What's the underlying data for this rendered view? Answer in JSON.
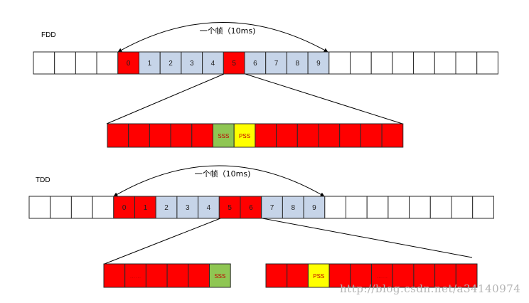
{
  "colors": {
    "red": "#ff0000",
    "light_blue": "#c6d4e8",
    "white": "#ffffff",
    "green": "#8fc653",
    "yellow": "#ffff00",
    "border": "#2a2a2a"
  },
  "fdd": {
    "label": "FDD",
    "frame_label": "一个帧（10ms)",
    "subframes": [
      "0",
      "1",
      "2",
      "3",
      "4",
      "5",
      "6",
      "7",
      "8",
      "9"
    ],
    "red_subframes": [
      0,
      5
    ],
    "expanded_subframe": 5,
    "slots": [
      "",
      "",
      "",
      "",
      "",
      "SSS",
      "PSS",
      "",
      "",
      "",
      "",
      "",
      "",
      ""
    ]
  },
  "tdd": {
    "label": "TDD",
    "frame_label": "一个帧（10ms)",
    "subframes": [
      "0",
      "1",
      "2",
      "3",
      "4",
      "5",
      "6",
      "7",
      "8",
      "9"
    ],
    "red_subframes": [
      0,
      1,
      5,
      6
    ],
    "expanded_subframes": [
      5,
      6
    ],
    "left_slots": [
      "",
      "……",
      "",
      "",
      "",
      "SSS"
    ],
    "right_slots": [
      "",
      "",
      "PSS",
      "",
      "",
      "……",
      "",
      "",
      "",
      ""
    ]
  },
  "watermark": "http://blog.csdn.net/a34140974"
}
